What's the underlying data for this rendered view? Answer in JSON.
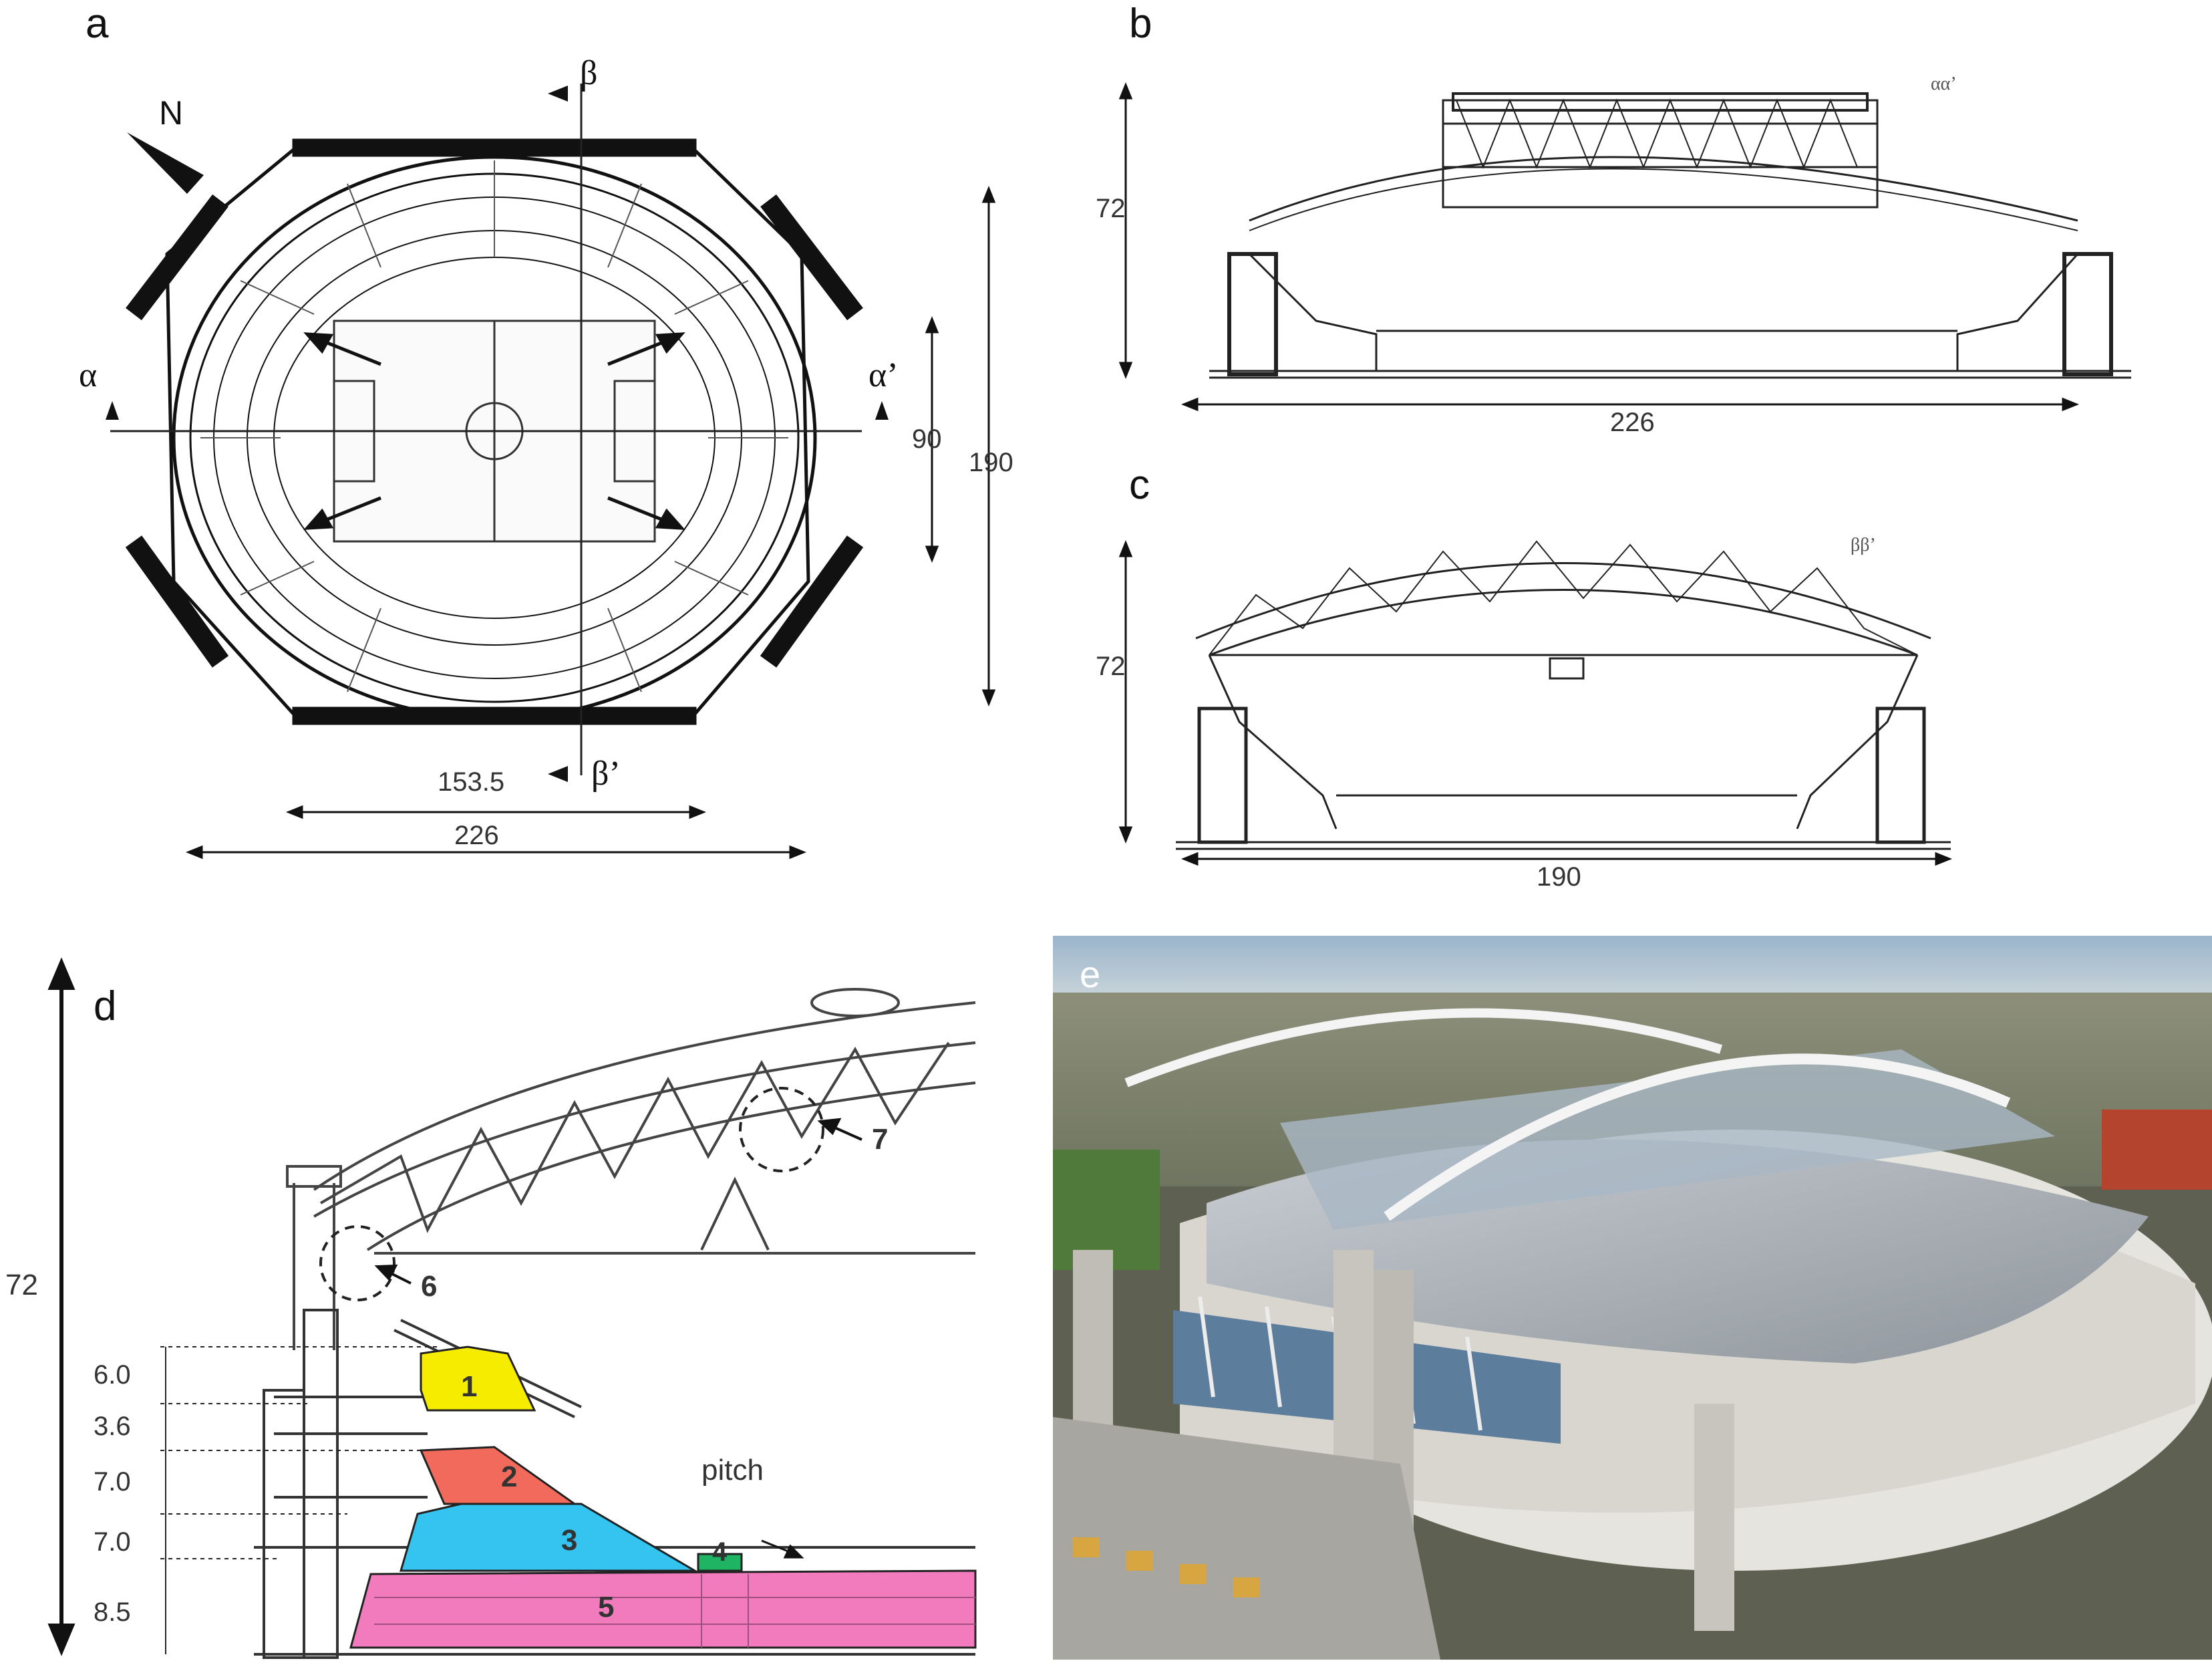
{
  "panels": {
    "a": {
      "label": "a",
      "north": "N",
      "sections": {
        "alpha": "α",
        "alpha_prime": "α’",
        "beta": "β",
        "beta_prime": "β’"
      },
      "dims": {
        "pitch_len": "153.5",
        "width": "226",
        "inner": "90",
        "depth": "190"
      }
    },
    "b": {
      "label": "b",
      "section": "αα’",
      "dims": {
        "height": "72",
        "width": "226"
      }
    },
    "c": {
      "label": "c",
      "section": "ββ’",
      "dims": {
        "height": "72",
        "width": "190"
      }
    },
    "d": {
      "label": "d",
      "height": "72",
      "levels": [
        "6.0",
        "3.6",
        "7.0",
        "7.0",
        "8.5"
      ],
      "zones": [
        {
          "num": "1",
          "color": "#f5ec00"
        },
        {
          "num": "2",
          "color": "#f26a5c"
        },
        {
          "num": "3",
          "color": "#35c3ef"
        },
        {
          "num": "4",
          "color": "#1eb464"
        },
        {
          "num": "5",
          "color": "#f27bbd"
        }
      ],
      "details": {
        "d6": "6",
        "d7": "7"
      },
      "pitch": "pitch"
    },
    "e": {
      "label": "e"
    }
  }
}
